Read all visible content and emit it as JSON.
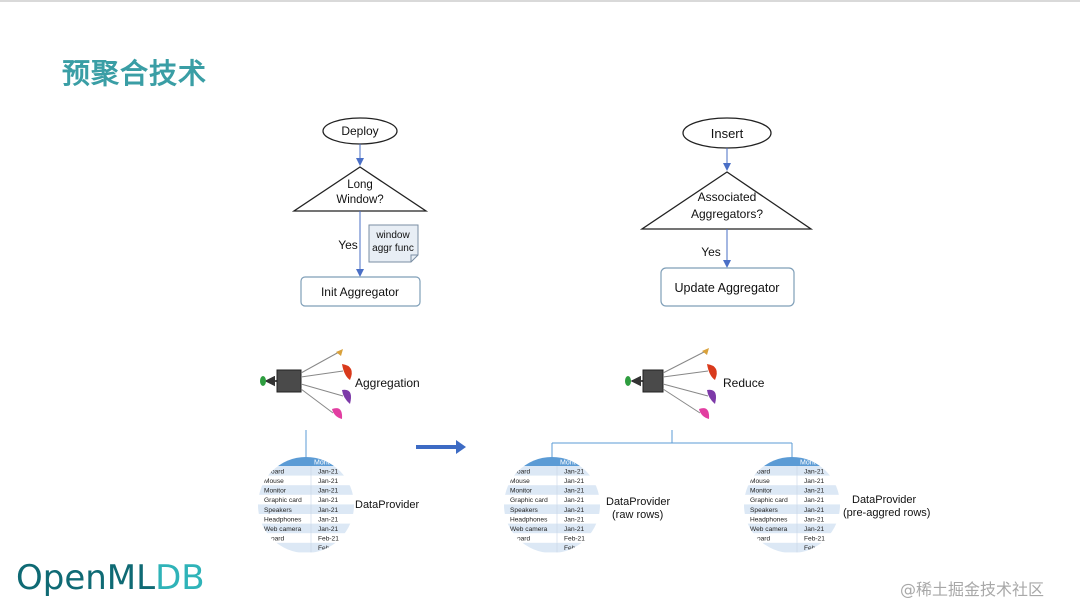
{
  "slide": {
    "title": "预聚合技术",
    "logo_text_main": "OpenML",
    "logo_text_accent": "DB",
    "watermark": "@稀土掘金技术社区"
  },
  "left_flow": {
    "start": "Deploy",
    "decision_line1": "Long",
    "decision_line2": "Window?",
    "yes": "Yes",
    "note_line1": "window",
    "note_line2": "aggr func",
    "action": "Init Aggregator",
    "operation": "Aggregation",
    "provider": "DataProvider"
  },
  "right_flow": {
    "start": "Insert",
    "decision_line1": "Associated",
    "decision_line2": "Aggregators?",
    "yes": "Yes",
    "action": "Update Aggregator",
    "operation": "Reduce",
    "provider_raw_line1": "DataProvider",
    "provider_raw_line2": "(raw rows)",
    "provider_pre_line1": "DataProvider",
    "provider_pre_line2": "(pre-aggred rows)"
  },
  "table": {
    "header": "Mont",
    "rows": [
      [
        "yboard",
        "Jan-21"
      ],
      [
        "Mouse",
        "Jan-21"
      ],
      [
        "Monitor",
        "Jan-21"
      ],
      [
        "Graphic card",
        "Jan-21"
      ],
      [
        "Speakers",
        "Jan-21"
      ],
      [
        "Headphones",
        "Jan-21"
      ],
      [
        "Web camera",
        "Jan-21"
      ],
      [
        "yboard",
        "Feb-21"
      ],
      [
        "",
        "Feb"
      ]
    ]
  },
  "colors": {
    "title": "#3a9ea5",
    "arrow": "#3d6bc4",
    "table_header": "#5b9bd5",
    "table_stripe": "#dce8f5",
    "box_border": "#7f9fb8"
  }
}
